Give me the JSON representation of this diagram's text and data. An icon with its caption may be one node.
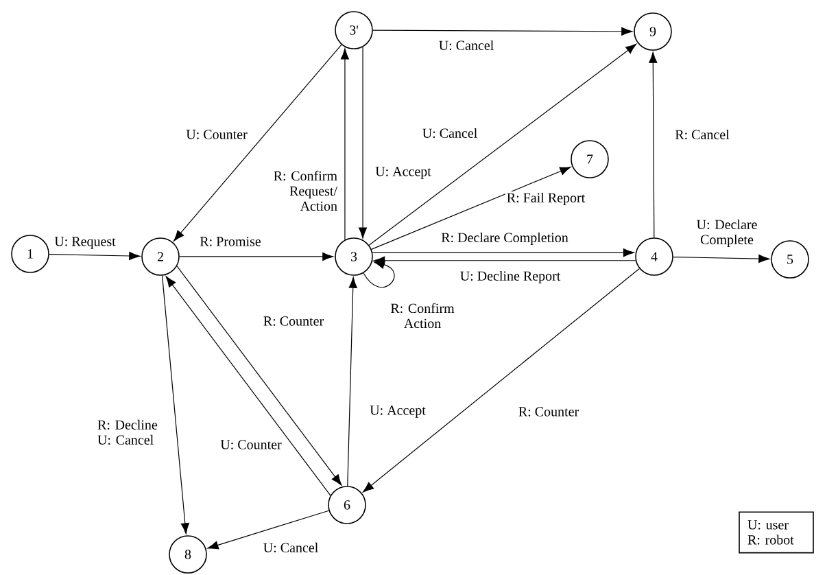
{
  "diagram": {
    "nodes": [
      {
        "text": [
          "1"
        ]
      },
      {
        "text": [
          "2"
        ]
      },
      {
        "text": [
          "3"
        ]
      },
      {
        "text": [
          "3'"
        ]
      },
      {
        "text": [
          "4"
        ]
      },
      {
        "text": [
          "5"
        ]
      },
      {
        "text": [
          "6"
        ]
      },
      {
        "text": [
          "7"
        ]
      },
      {
        "text": [
          "8"
        ]
      },
      {
        "text": [
          "9"
        ]
      },
      {
        "text": [
          "U: user R: robot"
        ]
      }
    ],
    "edges": [
      {
        "from": 0,
        "to": 1,
        "arrow": "to",
        "label": "U: Request"
      },
      {
        "from": 1,
        "to": 2,
        "arrow": "to",
        "label": "R: Promise"
      },
      {
        "from": 3,
        "to": 1,
        "arrow": "to",
        "label": "U: Counter"
      },
      {
        "from": 2,
        "to": 3,
        "arrow": "to",
        "label": "R: Confirm Request/ Action"
      },
      {
        "from": 3,
        "to": 2,
        "arrow": "to",
        "label": "U: Accept"
      },
      {
        "from": 3,
        "to": 9,
        "arrow": "to",
        "label": "U: Cancel"
      },
      {
        "from": 2,
        "to": 9,
        "arrow": "to",
        "label": "U: Cancel"
      },
      {
        "from": 2,
        "to": 7,
        "arrow": "to",
        "label": "R: Fail Report"
      },
      {
        "from": 2,
        "to": 4,
        "arrow": "to",
        "label": "R: Declare Completion"
      },
      {
        "from": 4,
        "to": 2,
        "arrow": "to",
        "label": "U: Decline Report"
      },
      {
        "from": 2,
        "to": 2,
        "arrow": "to",
        "label": "R: Confirm Action"
      },
      {
        "from": 4,
        "to": 5,
        "arrow": "to",
        "label": "U: Declare Complete"
      },
      {
        "from": 4,
        "to": 9,
        "arrow": "to",
        "label": "R: Cancel"
      },
      {
        "from": 4,
        "to": 6,
        "arrow": "to",
        "label": "R: Counter"
      },
      {
        "from": 1,
        "to": 6,
        "arrow": "to",
        "label": "R: Counter"
      },
      {
        "from": 6,
        "to": 1,
        "arrow": "to",
        "label": "U: Counter"
      },
      {
        "from": 6,
        "to": 2,
        "arrow": "to",
        "label": "U: Accept"
      },
      {
        "from": 1,
        "to": 8,
        "arrow": "to",
        "label": "R: Decline U: Cancel"
      },
      {
        "from": 6,
        "to": 8,
        "arrow": "to",
        "label": "U: Cancel"
      }
    ]
  }
}
